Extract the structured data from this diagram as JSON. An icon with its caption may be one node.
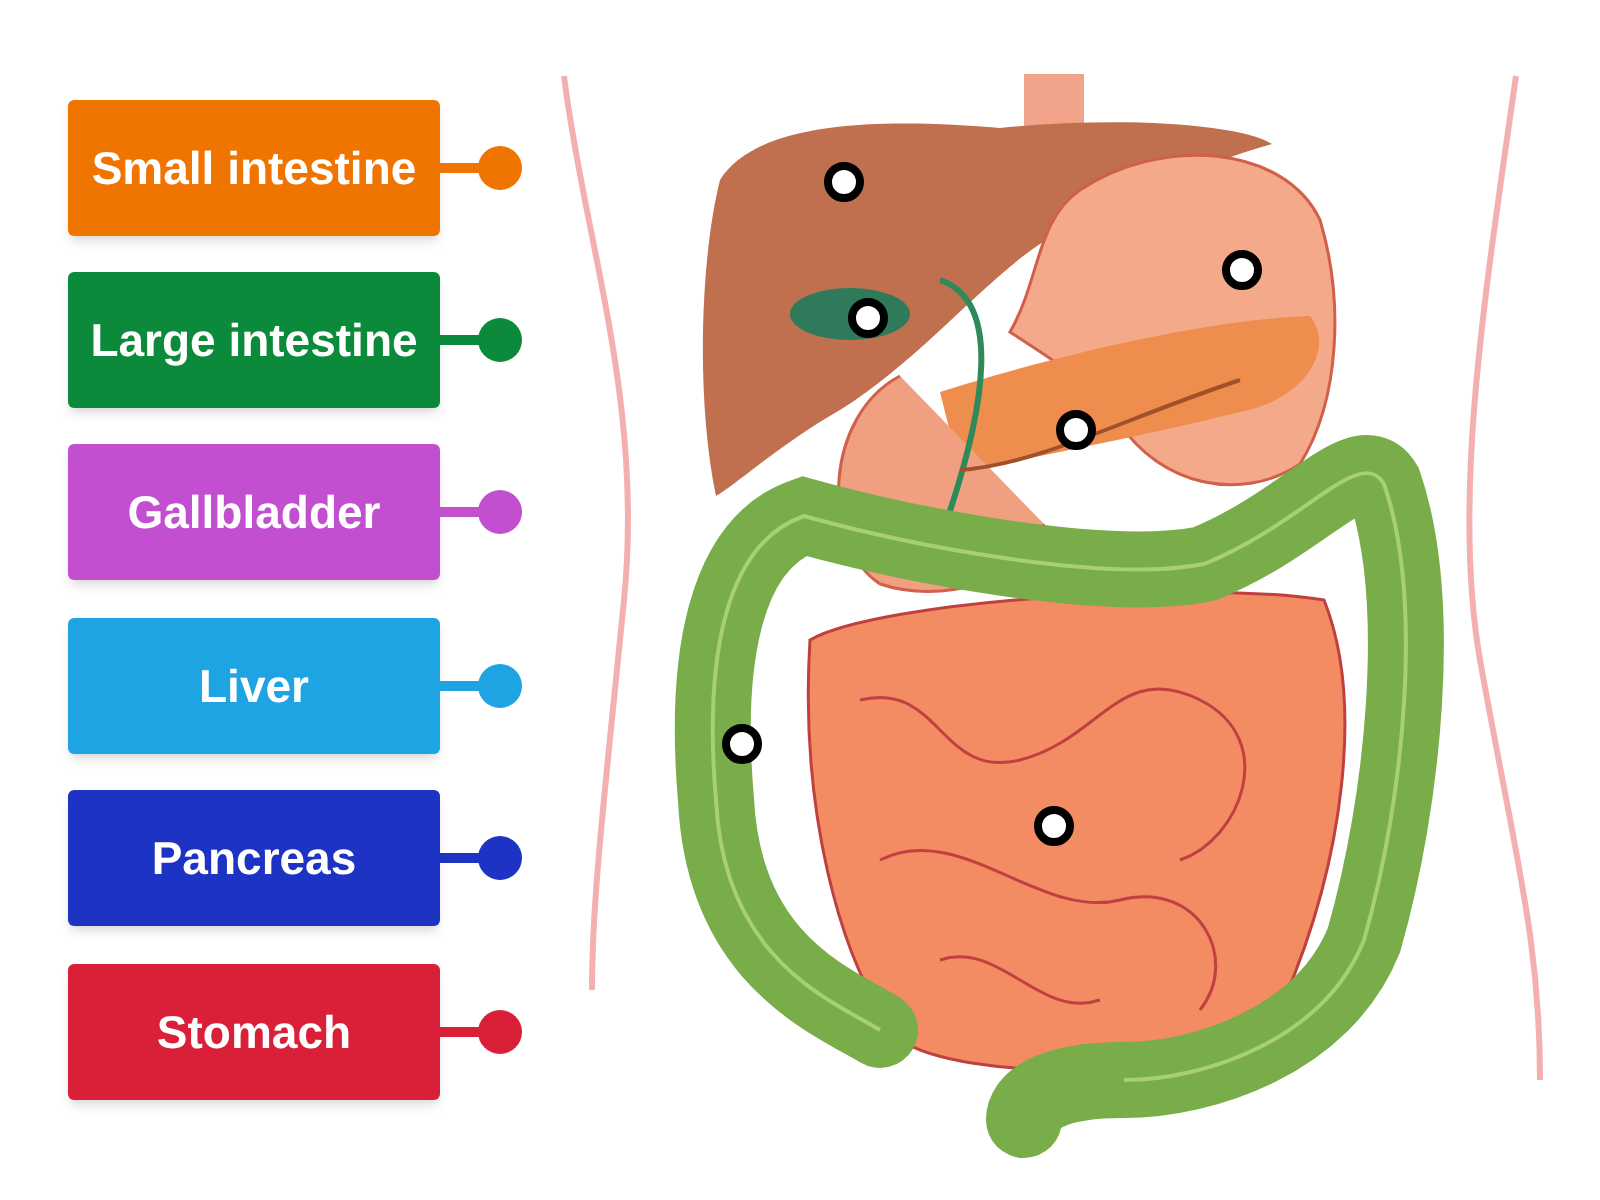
{
  "diagram": {
    "nodes": [
      {
        "text": [
          "Small intestine"
        ]
      },
      {
        "text": [
          "Large intestine"
        ]
      },
      {
        "text": [
          "Gallbladder"
        ]
      },
      {
        "text": [
          "Liver"
        ]
      },
      {
        "text": [
          "Pancreas"
        ]
      },
      {
        "text": [
          "Stomach"
        ]
      },
      {
        "text": [],
        "shape": "circle"
      },
      {
        "text": [],
        "shape": "circle"
      },
      {
        "text": [],
        "shape": "circle"
      },
      {
        "text": [],
        "shape": "circle"
      },
      {
        "text": [],
        "shape": "circle"
      },
      {
        "text": [],
        "shape": "circle"
      }
    ]
  }
}
